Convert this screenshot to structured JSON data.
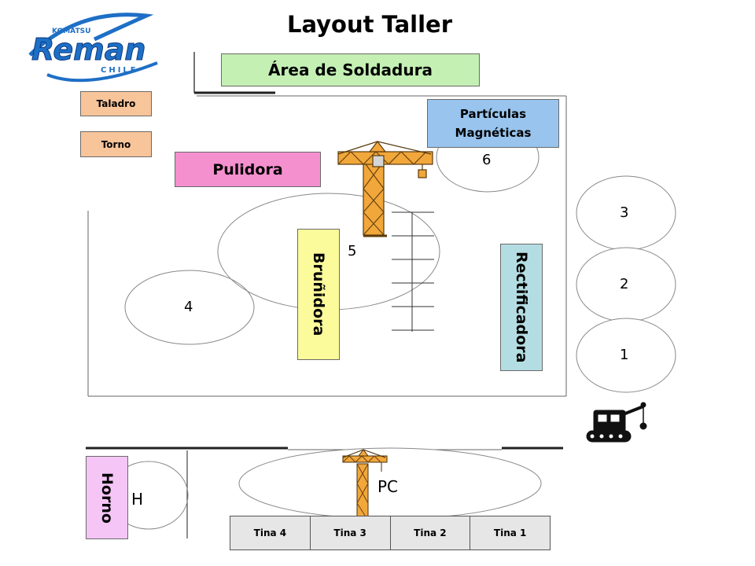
{
  "title": "Layout Taller",
  "logo": {
    "brand_top": "KOMATSU",
    "brand_main": "Reman",
    "brand_sub": "CHILE"
  },
  "areas": {
    "soldadura": "Área de Soldadura",
    "taladro": "Taladro",
    "torno": "Torno",
    "particulas": "Partículas Magnéticas",
    "pulidora": "Pulidora",
    "brunidora": "Bruñidora",
    "rectificadora": "Rectificadora",
    "horno": "Horno"
  },
  "circle_labels": {
    "c6": "6",
    "c5": "5",
    "c4": "4",
    "c3": "3",
    "c2": "2",
    "c1": "1",
    "pc": "PC",
    "h": "H"
  },
  "tinas": [
    "Tina 4",
    "Tina 3",
    "Tina 2",
    "Tina 1"
  ],
  "colors": {
    "soldadura": "#c4f0b4",
    "taladro": "#f8c49a",
    "torno": "#f8c49a",
    "particulas": "#98c4ee",
    "pulidora": "#f590cf",
    "brunidora": "#fbfb9c",
    "rectificadora": "#b4dde3",
    "horno": "#f5c5f5",
    "tinas": "#e6e6e6",
    "crane": "#f2a73b",
    "logo_blue": "#1e6fc6"
  },
  "icons": [
    "crane-icon",
    "crawler-crane-icon",
    "reman-logo"
  ]
}
